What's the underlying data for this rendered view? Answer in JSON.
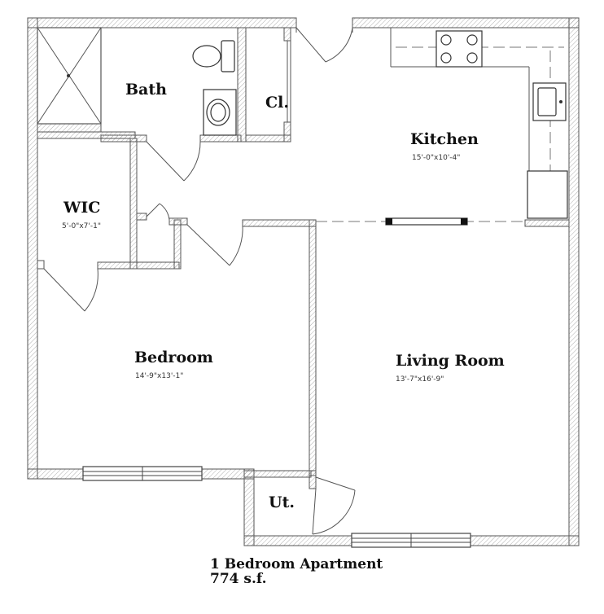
{
  "rooms": {
    "bath": {
      "name": "Bath"
    },
    "closet": {
      "name": "Cl."
    },
    "kitchen": {
      "name": "Kitchen",
      "dims": "15'-0\"x10'-4\""
    },
    "wic": {
      "name": "WIC",
      "dims": "5'-0\"x7'-1\""
    },
    "bedroom": {
      "name": "Bedroom",
      "dims": "14'-9\"x13'-1\""
    },
    "living": {
      "name": "Living Room",
      "dims": "13'-7\"x16'-9\""
    },
    "utility": {
      "name": "Ut."
    }
  },
  "caption": {
    "title": "1 Bedroom Apartment",
    "area": "774 s.f."
  }
}
